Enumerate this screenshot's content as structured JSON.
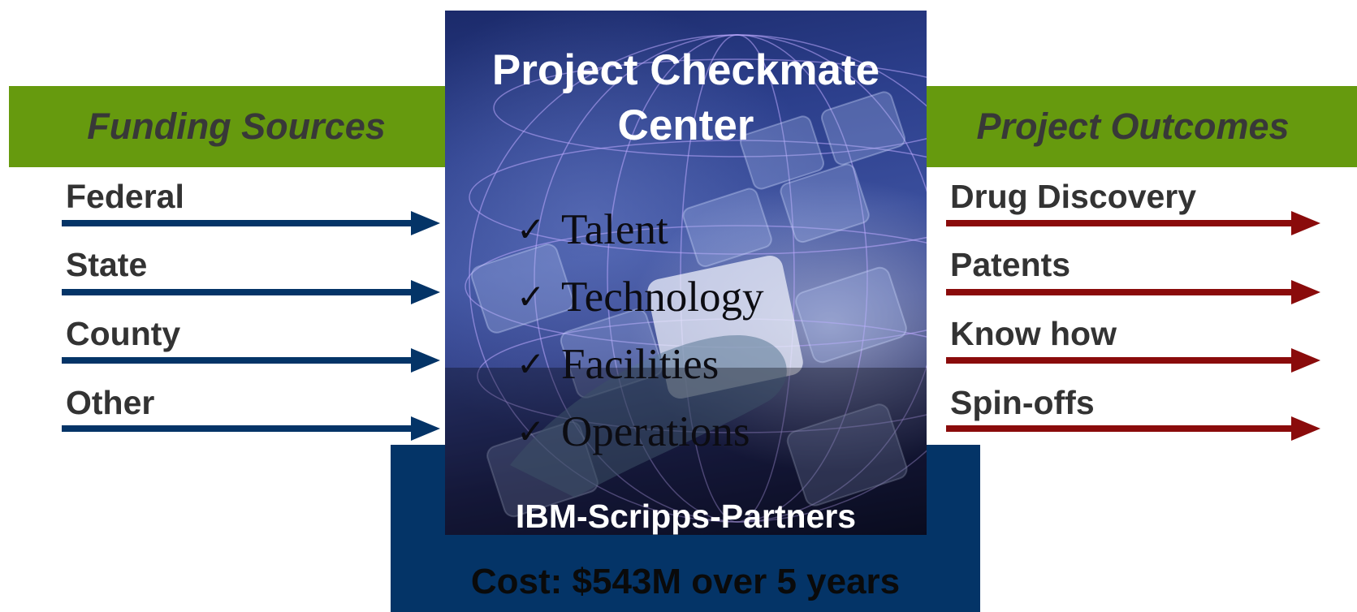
{
  "left_panel": {
    "title": "Funding Sources",
    "items": [
      "Federal",
      "State",
      "County",
      "Other"
    ],
    "arrow_color": "#043467"
  },
  "right_panel": {
    "title": "Project Outcomes",
    "items": [
      "Drug Discovery",
      "Patents",
      "Know how",
      "Spin-offs"
    ],
    "arrow_color": "#8a0b0b"
  },
  "center": {
    "title_line1": "Project Checkmate",
    "title_line2": "Center",
    "checklist": [
      "Talent",
      "Technology",
      "Facilities",
      "Operations"
    ],
    "check_symbol": "✓",
    "partners": "IBM-Scripps-Partners"
  },
  "cost": "Cost:  $543M over 5 years",
  "colors": {
    "band_green": "#669a0e",
    "cost_box_navy": "#043467"
  }
}
